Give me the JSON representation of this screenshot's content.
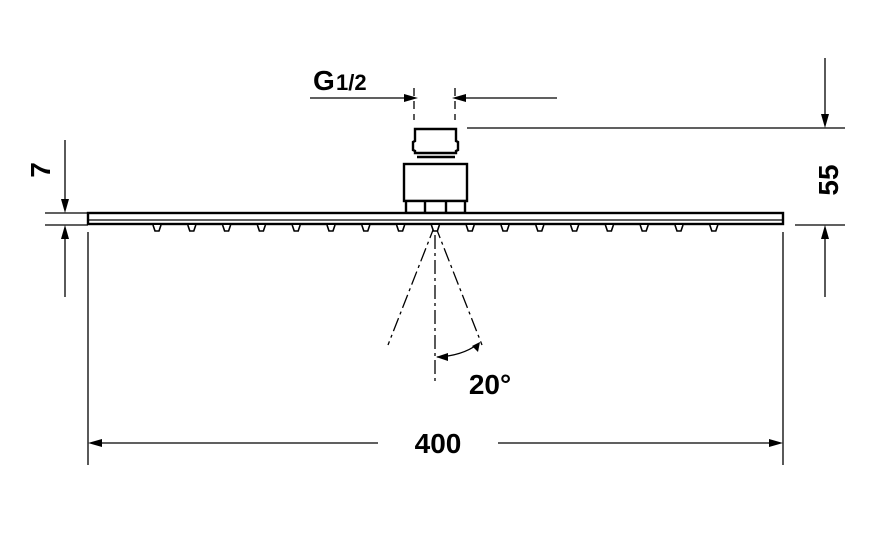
{
  "drawing": {
    "thread_label": "G",
    "thread_size": "1/2",
    "plate_thickness": "7",
    "total_height": "55",
    "spray_angle": "20°",
    "width": "400"
  }
}
